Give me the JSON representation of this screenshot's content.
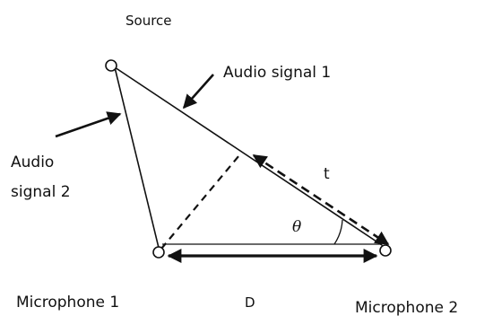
{
  "labels": {
    "source": "Source",
    "audio_signal_1": "Audio signal 1",
    "audio_signal_2_line1": "Audio",
    "audio_signal_2_line2": "signal 2",
    "t": "t",
    "theta": "θ",
    "microphone_1": "Microphone 1",
    "d": "D",
    "microphone_2": "Microphone 2"
  },
  "colors": {
    "ink": "#111111",
    "background": "#ffffff"
  }
}
